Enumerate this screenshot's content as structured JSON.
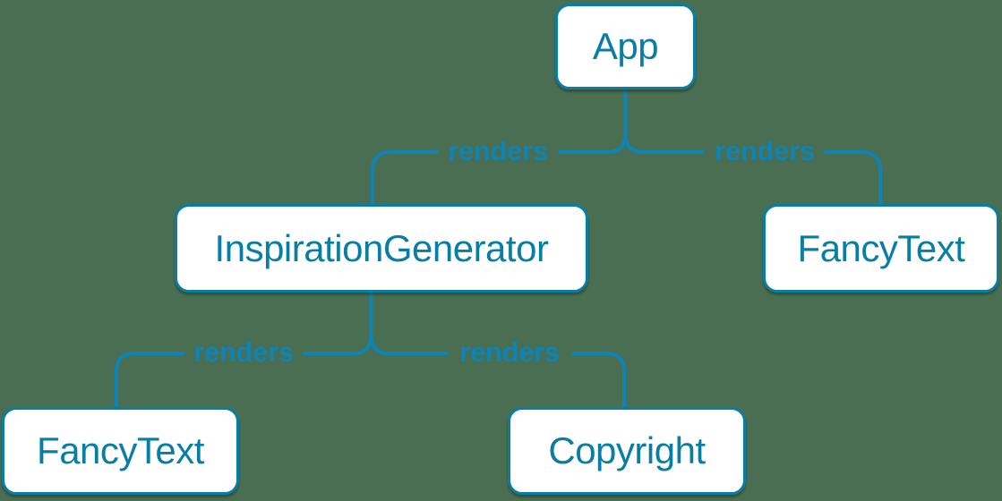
{
  "diagram": {
    "type": "component-render-tree",
    "background_color": "#4a6e51",
    "node_fill_color": "#ffffff",
    "node_border_color": "#087ea4",
    "node_text_color": "#087ea4",
    "edge_color": "#0d84b5",
    "edge_label_color": "#0d84b5",
    "nodes": [
      {
        "id": "app",
        "label": "App"
      },
      {
        "id": "inspiration-generator",
        "label": "InspirationGenerator"
      },
      {
        "id": "fancy-text-top",
        "label": "FancyText"
      },
      {
        "id": "fancy-text-bottom",
        "label": "FancyText"
      },
      {
        "id": "copyright",
        "label": "Copyright"
      }
    ],
    "edges": [
      {
        "from": "App",
        "to": "InspirationGenerator",
        "label": "renders"
      },
      {
        "from": "App",
        "to": "FancyText",
        "label": "renders"
      },
      {
        "from": "InspirationGenerator",
        "to": "FancyText",
        "label": "renders"
      },
      {
        "from": "InspirationGenerator",
        "to": "Copyright",
        "label": "renders"
      }
    ]
  }
}
